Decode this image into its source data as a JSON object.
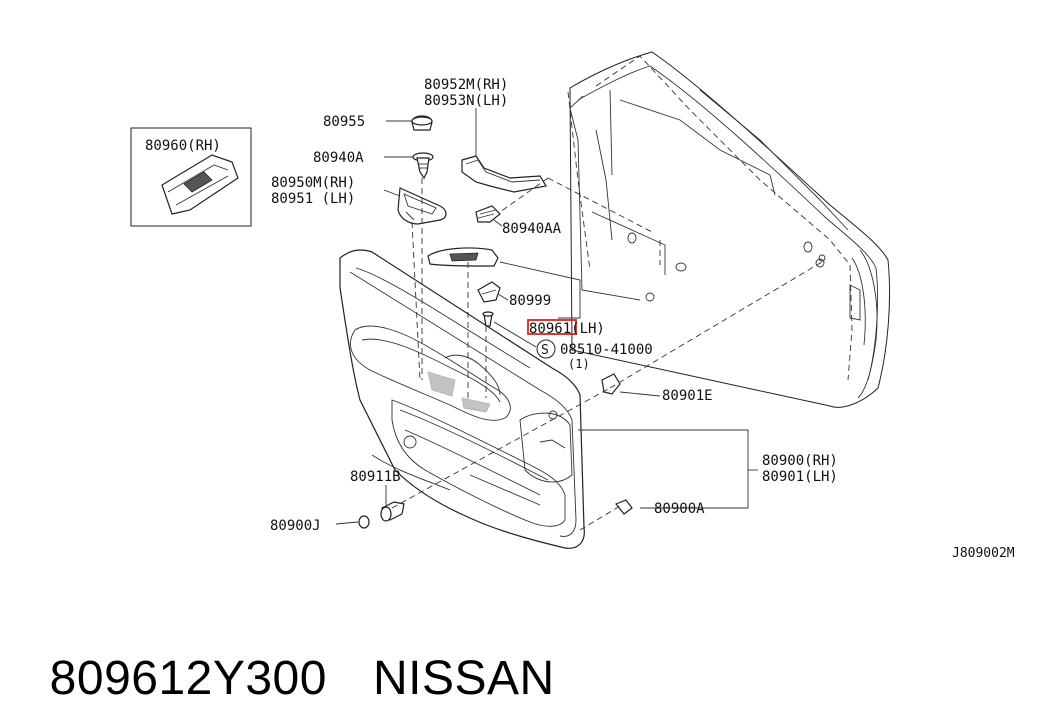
{
  "diagram": {
    "inset_label": "80960(RH)",
    "labels": {
      "p80952": "80952M(RH)",
      "p80953": "80953N(LH)",
      "p80955": "80955",
      "p80940a": "80940A",
      "p80950": "80950M(RH)",
      "p80951": "80951 (LH)",
      "p80940aa": "80940AA",
      "p80999": "80999",
      "p80961": "80961(LH)",
      "p08510": "08510-41000",
      "p08510_qty": "(1)",
      "p80901e": "80901E",
      "p80900rh": "80900(RH)",
      "p80901lh": "80901(LH)",
      "p80911b": "80911B",
      "p80900j": "80900J",
      "p80900a": "80900A",
      "screw_symbol": "S"
    },
    "figure_code": "J809002M",
    "highlight_color": "#e0201c"
  },
  "caption": {
    "part_number": "809612Y300",
    "brand": "NISSAN"
  }
}
